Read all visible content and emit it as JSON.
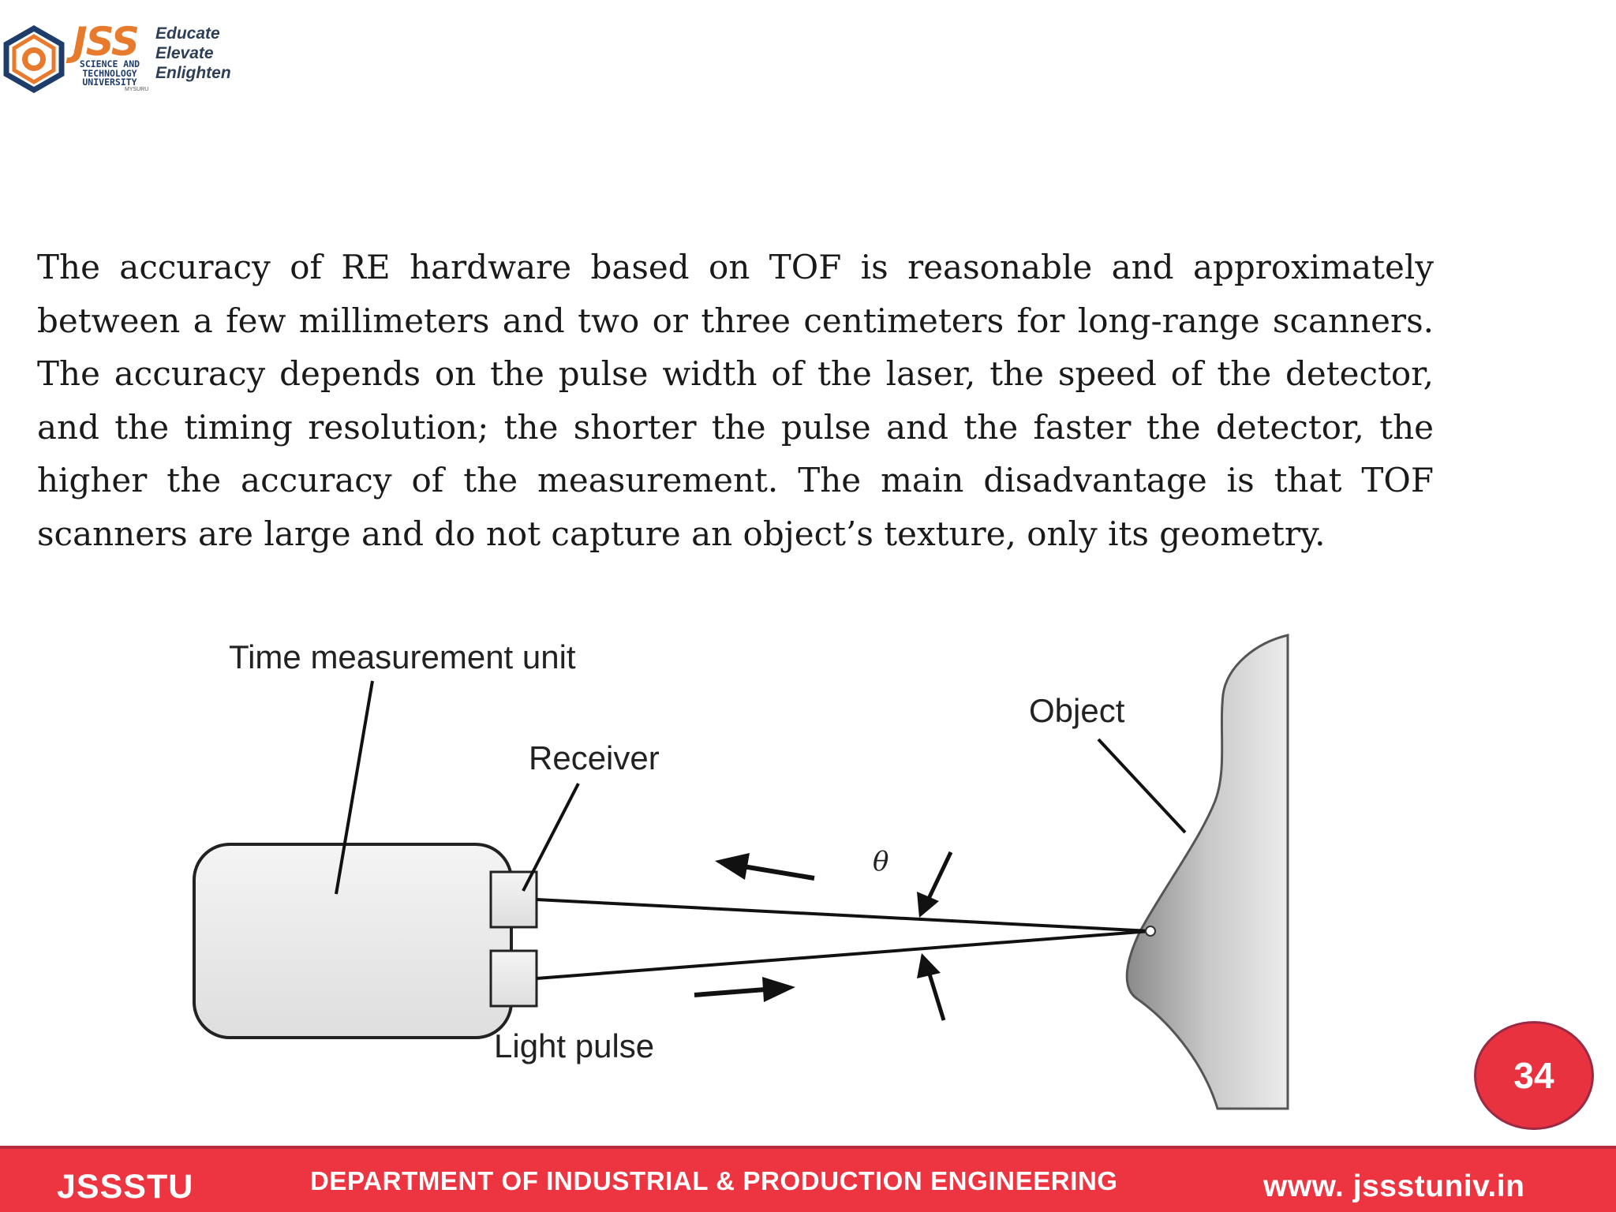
{
  "logo": {
    "brand": "JSS",
    "subtitle_lines": [
      "SCIENCE AND",
      "TECHNOLOGY",
      "UNIVERSITY"
    ],
    "city": "MYSURU",
    "motto": [
      "Educate",
      "Elevate",
      "Enlighten"
    ]
  },
  "body": {
    "paragraph": "The accuracy of RE hardware based on TOF is reasonable and approximately between a few millimeters and two or three centimeters for long-range scanners. The accuracy depends on the pulse width of the laser, the speed of the detector, and the timing resolution; the shorter the pulse and the faster the detector, the higher the accuracy of the measurement. The main disadvantage is that TOF scanners are large and do not capture an object’s texture, only its geometry."
  },
  "figure": {
    "labels": {
      "time_unit": "Time measurement unit",
      "receiver": "Receiver",
      "object": "Object",
      "angle": "θ",
      "light_pulse": "Light pulse"
    }
  },
  "page_number": "34",
  "footer": {
    "left": "JSSSTU",
    "center": "DEPARTMENT OF INDUSTRIAL & PRODUCTION ENGINEERING",
    "right": "www. jssstuniv.in"
  },
  "colors": {
    "footer_bg": "#ec3540",
    "logo_orange": "#e87a2d",
    "logo_blue": "#1f3d6b"
  }
}
